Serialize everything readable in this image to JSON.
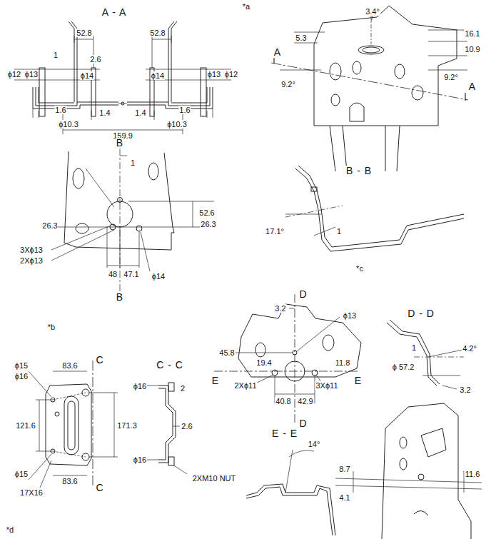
{
  "diagram": {
    "labels": [
      "A - A",
      "52.8",
      "1",
      "2.6",
      "52.8",
      "ϕ12",
      "ϕ13",
      "ϕ14",
      "ϕ14",
      "ϕ13",
      "ϕ12",
      "1.6",
      "1.4",
      "1.4",
      "1.6",
      "ϕ10.3",
      "ϕ10.3",
      "159.9",
      "*a",
      "3.4°",
      "5.3",
      "16.1",
      "10.9",
      "A",
      "A",
      "9.2°",
      "9.2°",
      "B",
      "1",
      "52.6",
      "26.3",
      "26.3",
      "3Xϕ13",
      "2Xϕ13",
      "48",
      "47.1",
      "ϕ14",
      "B",
      "B - B",
      "17.1°",
      "1",
      "*c",
      "*b",
      "ϕ15",
      "83.6",
      "C",
      "ϕ16",
      "121.6",
      "171.3",
      "ϕ15",
      "17X16",
      "83.6",
      "C",
      "*d",
      "C - C",
      "ϕ16",
      "2",
      "2.6",
      "ϕ16",
      "2XM10 NUT",
      "D",
      "3.2",
      "ϕ13",
      "45.8",
      "19.4",
      "E",
      "11.8",
      "E",
      "2Xϕ11",
      "3Xϕ11",
      "40.8",
      "42.9",
      "D",
      "D - D",
      "1",
      "4.2°",
      "ϕ 57.2",
      "3.2",
      "E - E",
      "14°",
      "8.7",
      "4.1",
      "11.6"
    ]
  }
}
